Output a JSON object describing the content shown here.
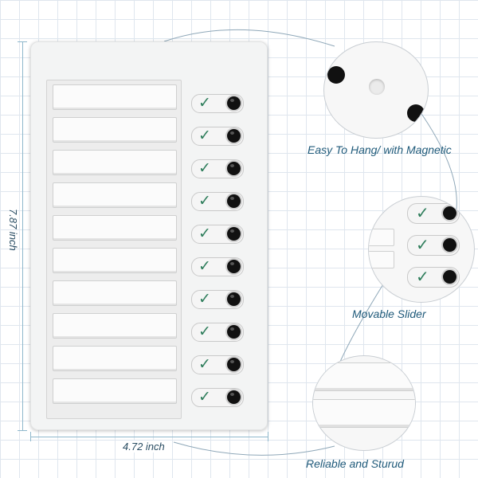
{
  "dimensions": {
    "width_label": "4.72 inch",
    "height_label": "7.87 inch",
    "line_color": "#8fb8cc"
  },
  "board": {
    "rows": 10,
    "check_glyph": "✓",
    "check_color": "#2e7d5b"
  },
  "features": [
    {
      "caption": "Easy To Hang/ with Magnetic"
    },
    {
      "caption": "Movable Slider"
    },
    {
      "caption": "Reliable and Sturud"
    }
  ],
  "accent_color": "#1f5a7a"
}
